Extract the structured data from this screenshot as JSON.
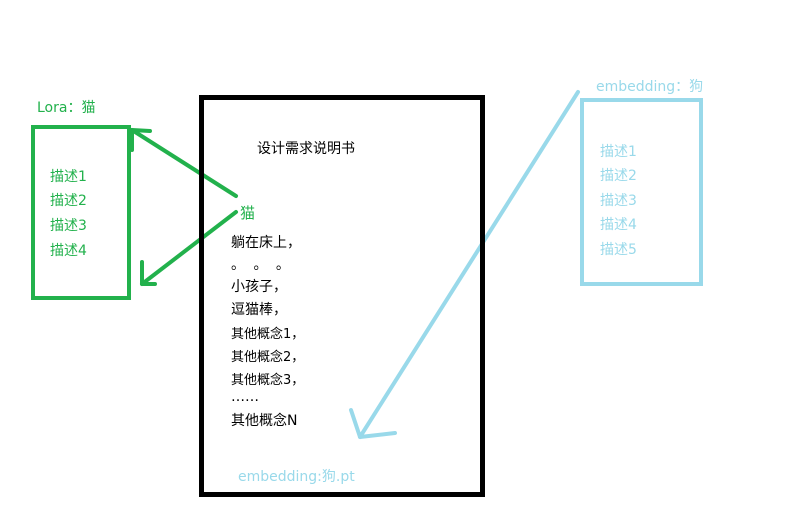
{
  "colors": {
    "lora": "#22b14c",
    "embedding": "#99d9ea",
    "document": "#000000",
    "background": "#ffffff"
  },
  "lora": {
    "label": "Lora：猫",
    "items": [
      "描述1",
      "描述2",
      "描述3",
      "描述4"
    ]
  },
  "document": {
    "title": "设计需求说明书",
    "subject": "猫",
    "lines": [
      "躺在床上，",
      "。 。 。",
      "小孩子，",
      "逗猫棒，",
      "其他概念1，",
      "其他概念2，",
      "其他概念3，",
      "……",
      "其他概念N"
    ],
    "footer": "embedding:狗.pt"
  },
  "embedding": {
    "label": "embedding：狗",
    "items": [
      "描述1",
      "描述2",
      "描述3",
      "描述4",
      "描述5"
    ]
  }
}
